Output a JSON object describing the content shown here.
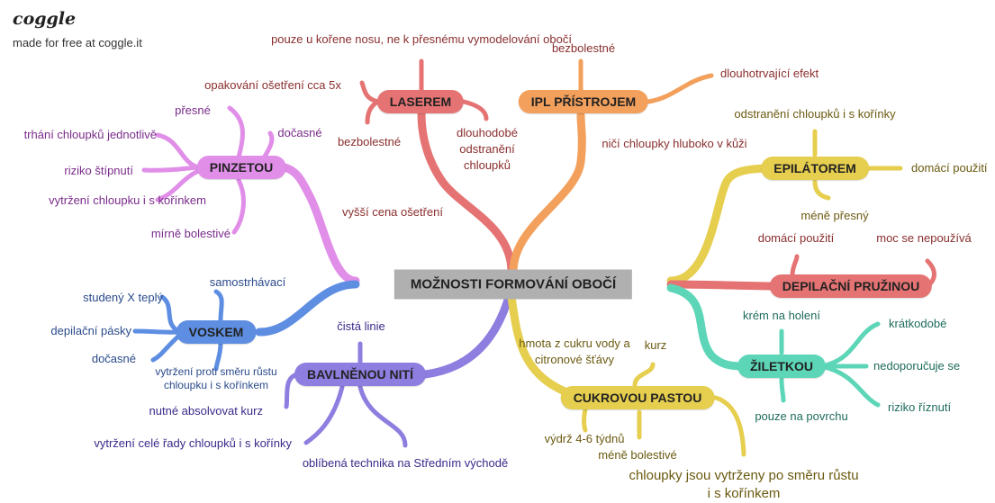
{
  "brand": {
    "logo": "coggle",
    "tagline": "made for free at coggle.it"
  },
  "root": {
    "label": "MOŽNOSTI FORMOVÁNÍ OBOČÍ"
  },
  "colors": {
    "laser": "#e57373",
    "ipl": "#f2a05c",
    "pinzeta": "#e08ee8",
    "vosk": "#5e8ee2",
    "nit": "#8d7ee0",
    "pasta": "#e6ce4e",
    "epilator": "#e6ce4e",
    "pruzina": "#e57373",
    "ziletka": "#5dd6b8",
    "text_red": "#8a2e2e",
    "text_purple": "#7a2c8a",
    "text_blue": "#2a4a8a",
    "text_violet": "#3b2a8a",
    "text_olive": "#6b5a10",
    "text_teal": "#1e6b5a"
  },
  "branches": {
    "laser": {
      "label": "LASEREM",
      "leaves": {
        "top": "pouze u kořene nosu, ne k přesnému vymodelování obočí",
        "repeat": "opakování ošetření cca 5x",
        "painless": "bezbolestné",
        "long": "dlouhodobé odstranění chloupků",
        "price": "vyšší cena ošetření"
      }
    },
    "ipl": {
      "label": "IPL PŘÍSTROJEM",
      "leaves": {
        "painless": "bezbolestné",
        "lasting": "dlouhotrvající efekt",
        "deep": "ničí chloupky hluboko v kůži"
      }
    },
    "pinzeta": {
      "label": "PINZETOU",
      "leaves": {
        "precise": "přesné",
        "temporary": "dočasné",
        "single": "trhání chloupků jednotlivě",
        "split": "riziko štípnutí",
        "root": "vytržení chloupku i s kořínkem",
        "mild": "mírně bolestivé"
      }
    },
    "vosk": {
      "label": "VOSKEM",
      "leaves": {
        "self": "samostrhávací",
        "cold_hot": "studený X teplý",
        "strips": "depilační pásky",
        "temporary": "dočasné",
        "against": "vytržení proti směru růstu chloupku i s kořínkem"
      }
    },
    "nit": {
      "label": "BAVLNĚNOU NITÍ",
      "leaves": {
        "clean": "čistá linie",
        "course": "nutné absolvovat kurz",
        "row": "vytržení celé řady chloupků i s kořínky",
        "popular": "oblíbená technika na Středním východě"
      }
    },
    "pasta": {
      "label": "CUKROVOU PASTOU",
      "leaves": {
        "mix": "hmota z cukru vody a citronové šťávy",
        "course": "kurz",
        "durability": "výdrž 4-6 týdnů",
        "mild": "méně bolestivé",
        "direction": "chloupky jsou vytrženy po směru růstu i s kořínkem"
      }
    },
    "epilator": {
      "label": "EPILÁTOREM",
      "leaves": {
        "roots": "odstranění chloupků i s kořínky",
        "home": "domácí použití",
        "less_precise": "méně přesný"
      }
    },
    "pruzina": {
      "label": "DEPILAČNÍ PRUŽINOU",
      "leaves": {
        "home": "domácí použití",
        "rare": "moc se nepoužívá"
      }
    },
    "ziletka": {
      "label": "ŽILETKOU",
      "leaves": {
        "cream": "krém na holení",
        "short": "krátkodobé",
        "not_rec": "nedoporučuje se",
        "cut": "riziko říznutí",
        "surface": "pouze na povrchu"
      }
    }
  }
}
